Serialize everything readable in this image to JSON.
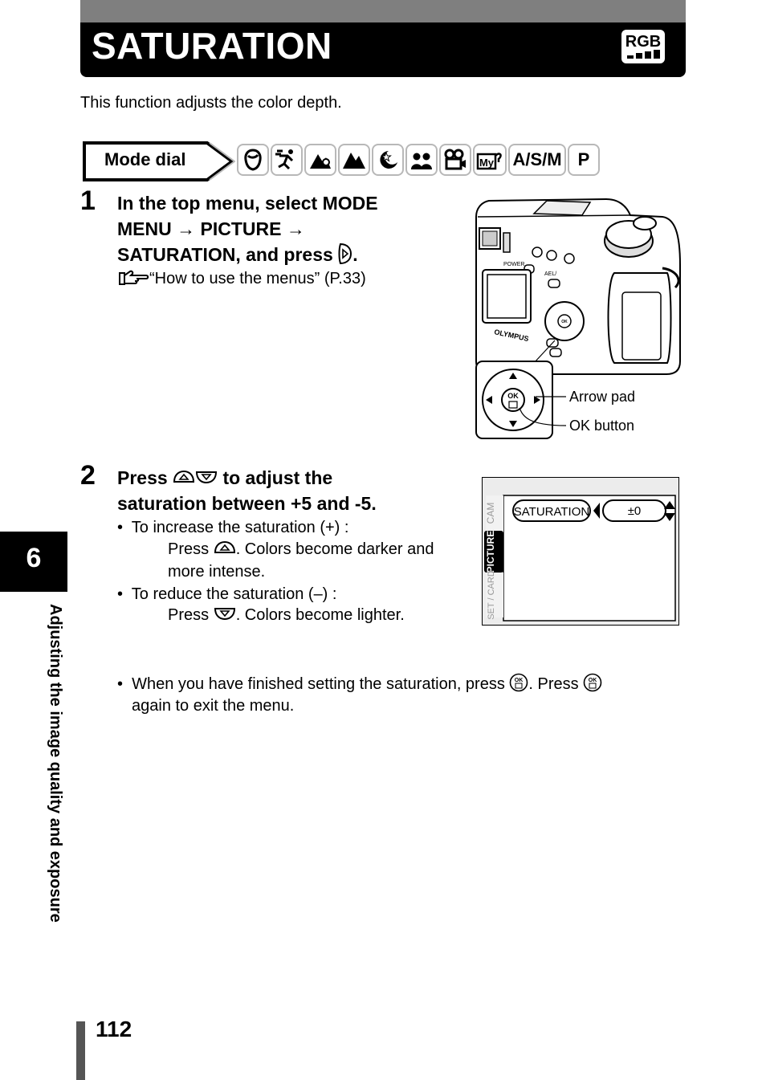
{
  "header": {
    "title": "SATURATION",
    "icon_label": "RGB"
  },
  "intro": "This function adjusts the color depth.",
  "mode_dial": {
    "label": "Mode dial",
    "icons": [
      "portrait-icon",
      "sports-icon",
      "landscape-portrait-icon",
      "landscape-icon",
      "night-scene-icon",
      "self-portrait-icon",
      "movie-icon",
      "my-mode-icon"
    ],
    "text_modes": [
      "A/S/M",
      "P"
    ]
  },
  "step1": {
    "number": "1",
    "line1": "In the top menu, select MODE",
    "line2a": "MENU ",
    "arrow": "→",
    "line2b": " PICTURE ",
    "line3": "SATURATION, and press ",
    "period": ".",
    "ref": "“How to use the menus” (P.33)"
  },
  "camera": {
    "brand": "OLYMPUS",
    "power": "POWER",
    "ael": "AEL/",
    "ok": "OK",
    "callout_arrow_pad": "Arrow pad",
    "callout_ok_button": "OK button"
  },
  "step2": {
    "number": "2",
    "line1a": "Press ",
    "line1b": " to adjust the",
    "line2": "saturation between +5 and -5.",
    "bullet1": "To increase the saturation (+) :",
    "bullet1_a": "Press ",
    "bullet1_b": ". Colors become darker and",
    "bullet1_c": "more intense.",
    "bullet2": "To reduce the saturation (–) :",
    "bullet2_a": "Press ",
    "bullet2_b": ". Colors become lighter."
  },
  "lcd": {
    "tabs": [
      "CAM",
      "PICTURE",
      "SET / CARD"
    ],
    "item": "SATURATION",
    "value": "±0"
  },
  "finish": {
    "part1": "When you have finished setting the saturation, press ",
    "part2": ". Press ",
    "part3": "again to exit the menu."
  },
  "side": {
    "chapter": "6",
    "text": "Adjusting the image quality and exposure"
  },
  "page_number": "112"
}
